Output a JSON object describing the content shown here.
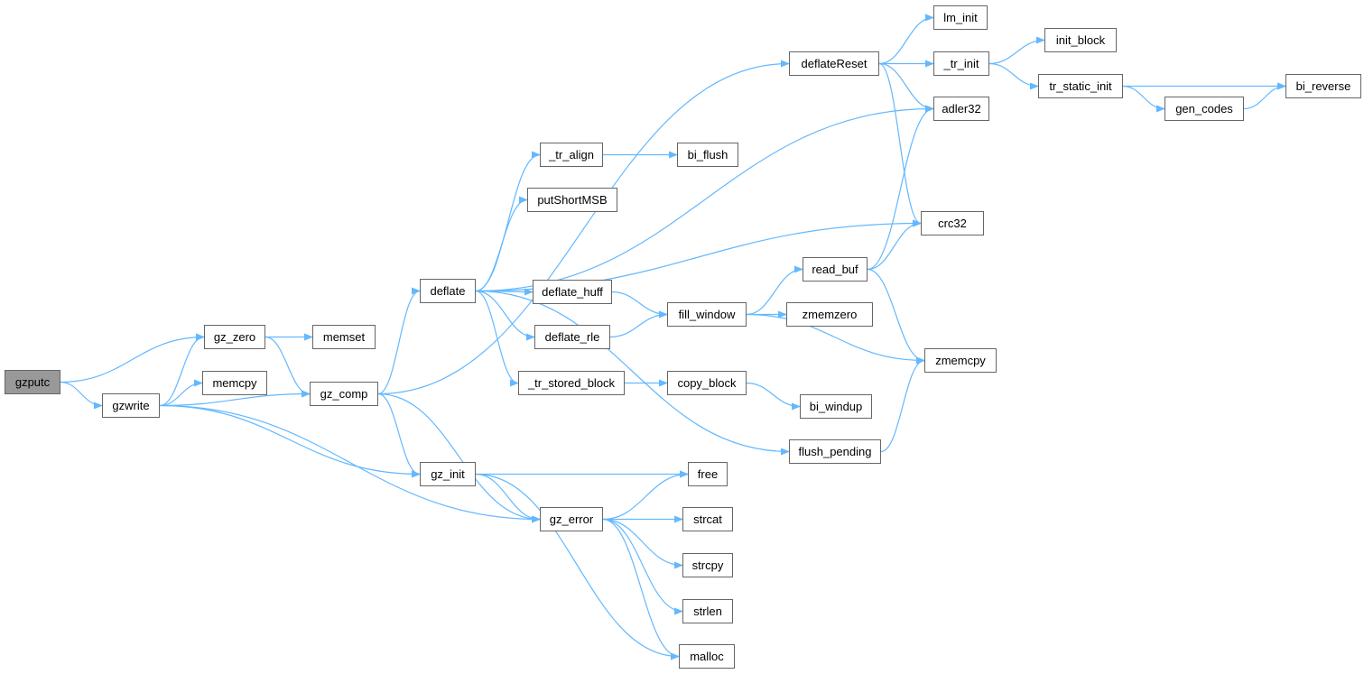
{
  "root": "gzputc",
  "colors": {
    "edge": "#63b8ff",
    "root_fill": "#999999",
    "node_border": "#666666"
  },
  "nodes": [
    "gzputc",
    "gzwrite",
    "gz_zero",
    "memcpy",
    "memset",
    "gz_comp",
    "gz_init",
    "gz_error",
    "deflate",
    "deflateReset",
    "lm_init",
    "_tr_init",
    "init_block",
    "tr_static_init",
    "bi_reverse",
    "gen_codes",
    "adler32",
    "_tr_align",
    "bi_flush",
    "putShortMSB",
    "crc32",
    "read_buf",
    "deflate_huff",
    "fill_window",
    "zmemzero",
    "deflate_rle",
    "zmemcpy",
    "_tr_stored_block",
    "copy_block",
    "bi_windup",
    "flush_pending",
    "free",
    "strcat",
    "strcpy",
    "strlen",
    "malloc"
  ],
  "edges": [
    [
      "gzputc",
      "gz_zero"
    ],
    [
      "gzputc",
      "gzwrite"
    ],
    [
      "gzwrite",
      "gz_zero"
    ],
    [
      "gzwrite",
      "memcpy"
    ],
    [
      "gzwrite",
      "gz_comp"
    ],
    [
      "gzwrite",
      "gz_init"
    ],
    [
      "gzwrite",
      "gz_error"
    ],
    [
      "gz_zero",
      "memset"
    ],
    [
      "gz_zero",
      "gz_comp"
    ],
    [
      "gz_comp",
      "deflateReset"
    ],
    [
      "gz_comp",
      "deflate"
    ],
    [
      "gz_comp",
      "gz_init"
    ],
    [
      "gz_comp",
      "gz_error"
    ],
    [
      "gz_init",
      "free"
    ],
    [
      "gz_init",
      "gz_error"
    ],
    [
      "gz_init",
      "malloc"
    ],
    [
      "gz_error",
      "free"
    ],
    [
      "gz_error",
      "strcat"
    ],
    [
      "gz_error",
      "strcpy"
    ],
    [
      "gz_error",
      "strlen"
    ],
    [
      "gz_error",
      "malloc"
    ],
    [
      "deflate",
      "adler32"
    ],
    [
      "deflate",
      "_tr_align"
    ],
    [
      "deflate",
      "putShortMSB"
    ],
    [
      "deflate",
      "crc32"
    ],
    [
      "deflate",
      "deflate_huff"
    ],
    [
      "deflate",
      "deflate_rle"
    ],
    [
      "deflate",
      "_tr_stored_block"
    ],
    [
      "deflate",
      "flush_pending"
    ],
    [
      "deflateReset",
      "lm_init"
    ],
    [
      "deflateReset",
      "_tr_init"
    ],
    [
      "deflateReset",
      "adler32"
    ],
    [
      "deflateReset",
      "crc32"
    ],
    [
      "_tr_init",
      "init_block"
    ],
    [
      "_tr_init",
      "tr_static_init"
    ],
    [
      "tr_static_init",
      "bi_reverse"
    ],
    [
      "tr_static_init",
      "gen_codes"
    ],
    [
      "gen_codes",
      "bi_reverse"
    ],
    [
      "_tr_align",
      "bi_flush"
    ],
    [
      "deflate_huff",
      "fill_window"
    ],
    [
      "deflate_rle",
      "fill_window"
    ],
    [
      "fill_window",
      "read_buf"
    ],
    [
      "fill_window",
      "zmemzero"
    ],
    [
      "fill_window",
      "zmemcpy"
    ],
    [
      "read_buf",
      "adler32"
    ],
    [
      "read_buf",
      "crc32"
    ],
    [
      "read_buf",
      "zmemcpy"
    ],
    [
      "_tr_stored_block",
      "copy_block"
    ],
    [
      "copy_block",
      "bi_windup"
    ],
    [
      "flush_pending",
      "zmemcpy"
    ]
  ]
}
